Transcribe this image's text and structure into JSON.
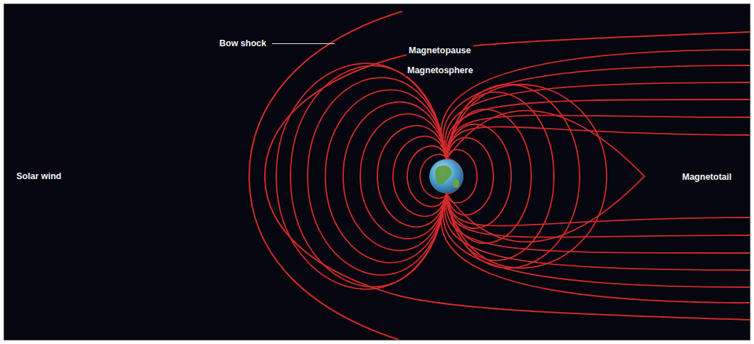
{
  "diagram": {
    "labels": [
      "Bow shock",
      "Magnetopause",
      "Magnetosphere",
      "Solar wind",
      "Magnetotail"
    ]
  }
}
